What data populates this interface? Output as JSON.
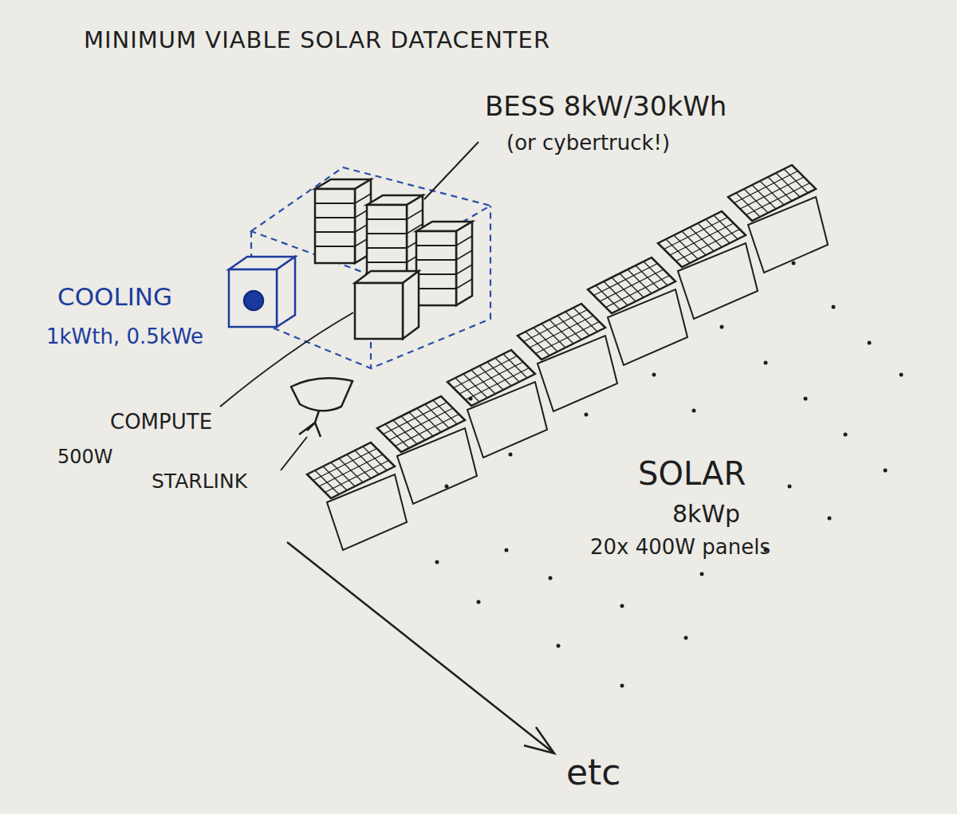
{
  "diagram": {
    "title": "MINIMUM VIABLE SOLAR DATACENTER",
    "labels": [
      "BESS 8kW/30kWh",
      "(or cybertruck!)",
      "COOLING",
      "1kWth, 0.5kWe",
      "COMPUTE",
      "500W",
      "STARLINK",
      "SOLAR",
      "8kWp",
      "20x 400W panels",
      "etc"
    ]
  }
}
